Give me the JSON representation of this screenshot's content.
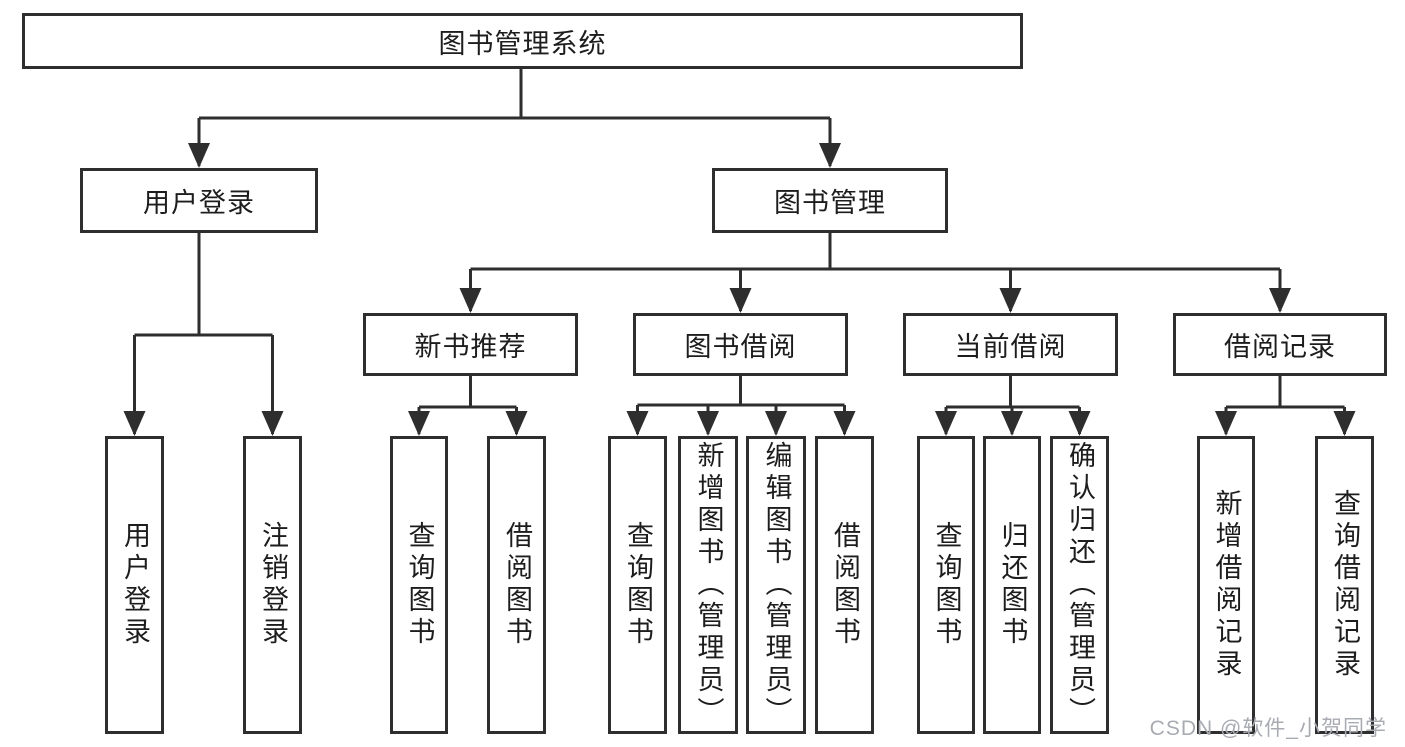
{
  "diagram": {
    "root": {
      "label": "图书管理系统"
    },
    "level2": [
      {
        "label": "用户登录",
        "children": [
          {
            "label": "用户登录"
          },
          {
            "label": "注销登录"
          }
        ]
      },
      {
        "label": "图书管理",
        "children": [
          {
            "label": "新书推荐",
            "children": [
              {
                "label": "查询图书"
              },
              {
                "label": "借阅图书"
              }
            ]
          },
          {
            "label": "图书借阅",
            "children": [
              {
                "label": "查询图书"
              },
              {
                "label": "新增图书（管理员）"
              },
              {
                "label": "编辑图书（管理员）"
              },
              {
                "label": "借阅图书"
              }
            ]
          },
          {
            "label": "当前借阅",
            "children": [
              {
                "label": "查询图书"
              },
              {
                "label": "归还图书"
              },
              {
                "label": "确认归还（管理员）"
              }
            ]
          },
          {
            "label": "借阅记录",
            "children": [
              {
                "label": "新增借阅记录"
              },
              {
                "label": "查询借阅记录"
              }
            ]
          }
        ]
      }
    ]
  },
  "watermark": {
    "text": "CSDN @软件_小贺同学"
  },
  "colors": {
    "background": "#ffffff",
    "line": "#2e2e2e",
    "box_border": "#2e2e2e",
    "box_fill": "#ffffff",
    "text": "#1d1d1d",
    "watermark": "#a9abb3"
  }
}
